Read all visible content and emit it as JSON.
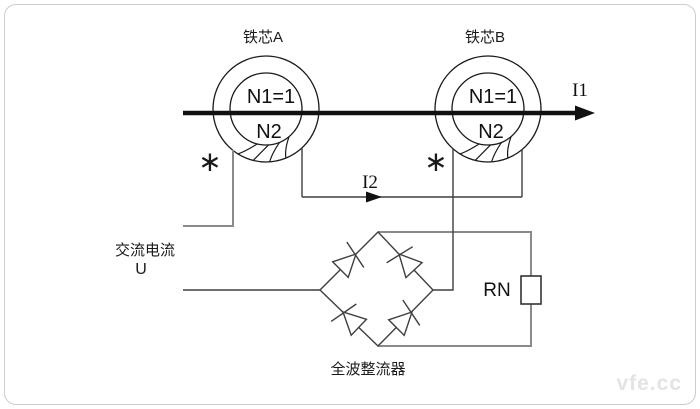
{
  "diagram": {
    "core_a": {
      "title": "铁芯A",
      "n1": "N1=1",
      "n2": "N2",
      "polarity": "∗"
    },
    "core_b": {
      "title": "铁芯B",
      "n1": "N1=1",
      "n2": "N2",
      "polarity": "∗"
    },
    "labels": {
      "i1": "I1",
      "i2": "I2",
      "source_line1": "交流电流",
      "source_line2": "U",
      "rectifier": "全波整流器",
      "resistor": "RN"
    },
    "colors": {
      "line_black": "#111111",
      "wire_dark": "#3f3f3f",
      "wire_gray": "#8a8a8a",
      "frame_border": "#cccccc",
      "watermark_gray": "#e3e3e3"
    }
  },
  "page": {
    "watermark": "vfe.cc"
  }
}
